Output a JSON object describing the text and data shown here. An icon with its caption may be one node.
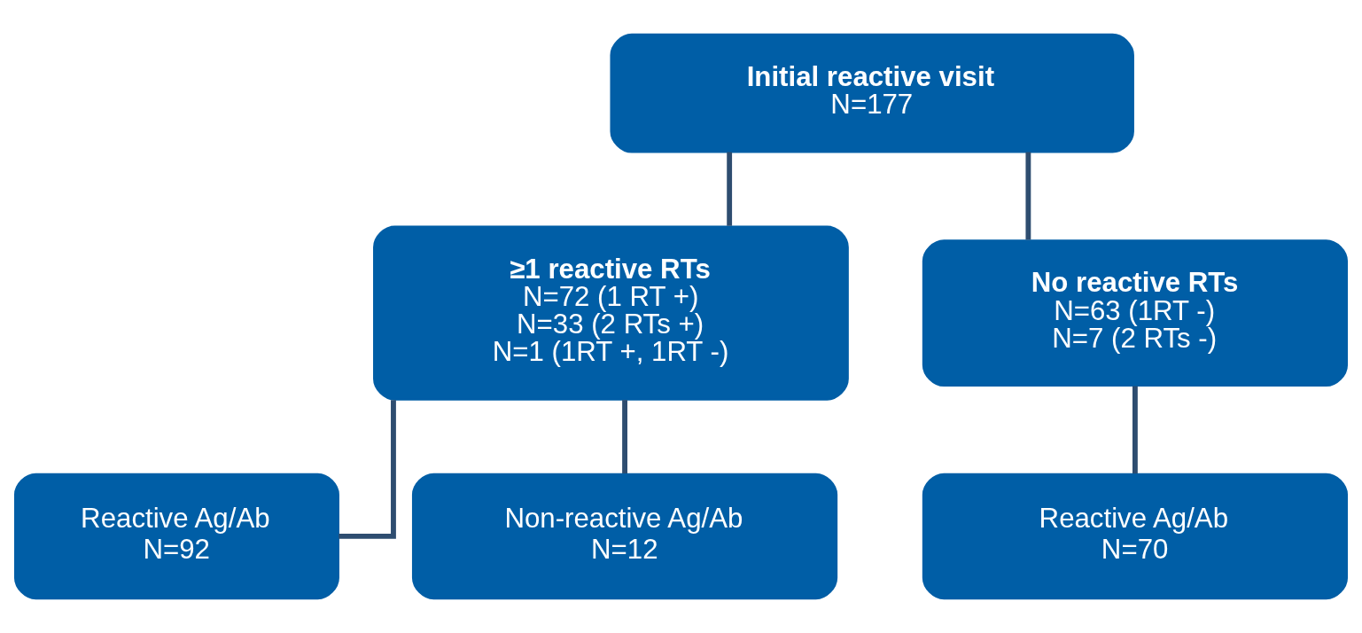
{
  "diagram": {
    "nodes": [
      {
        "text": [
          "Initial reactive visit",
          "N=177"
        ]
      },
      {
        "text": [
          "≥1 reactive RTs",
          "N=72 (1 RT +)",
          "N=33 (2 RTs +)",
          "N=1 (1RT +, 1RT -)"
        ]
      },
      {
        "text": [
          "No reactive RTs",
          "N=63 (1RT -)",
          "N=7 (2 RTs -)"
        ]
      },
      {
        "text": [
          "Reactive Ag/Ab",
          "N=92"
        ]
      },
      {
        "text": [
          "Non-reactive Ag/Ab",
          "N=12"
        ]
      },
      {
        "text": [
          "Reactive Ag/Ab",
          "N=70"
        ]
      }
    ],
    "edges": [
      {
        "from": 0,
        "to": 1,
        "arrow": "none"
      },
      {
        "from": 0,
        "to": 2,
        "arrow": "none"
      },
      {
        "from": 1,
        "to": 3,
        "arrow": "none"
      },
      {
        "from": 1,
        "to": 4,
        "arrow": "none"
      },
      {
        "from": 2,
        "to": 5,
        "arrow": "none"
      }
    ]
  }
}
